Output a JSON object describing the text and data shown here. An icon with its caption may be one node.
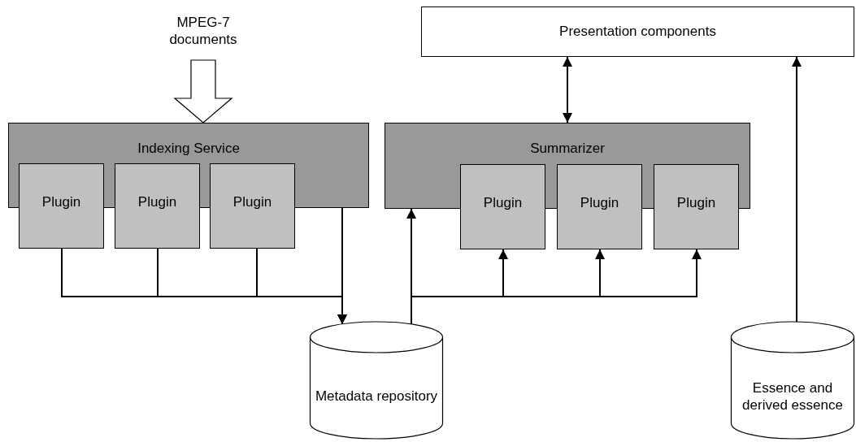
{
  "diagram": {
    "nodes": [
      {
        "text": [
          "MPEG-7 documents"
        ]
      },
      {
        "text": [
          "Presentation components"
        ]
      },
      {
        "text": [
          "Indexing Service"
        ]
      },
      {
        "text": [
          "Plugin"
        ]
      },
      {
        "text": [
          "Plugin"
        ]
      },
      {
        "text": [
          "Plugin"
        ]
      },
      {
        "text": [
          "Summarizer"
        ]
      },
      {
        "text": [
          "Plugin"
        ]
      },
      {
        "text": [
          "Plugin"
        ]
      },
      {
        "text": [
          "Plugin"
        ]
      },
      {
        "text": [
          "Metadata repository"
        ]
      },
      {
        "text": [
          "Essence and derived essence"
        ]
      }
    ],
    "edges": [
      {
        "from": 0,
        "to": 2,
        "arrow": "to",
        "style": "thick"
      },
      {
        "from": 6,
        "to": 1,
        "arrow": "both"
      },
      {
        "from": 11,
        "to": 1,
        "arrow": "to"
      },
      {
        "from": 3,
        "to": 10,
        "arrow": "to"
      },
      {
        "from": 4,
        "to": 10,
        "arrow": "to"
      },
      {
        "from": 5,
        "to": 10,
        "arrow": "to"
      },
      {
        "from": 2,
        "to": 10,
        "arrow": "to"
      },
      {
        "from": 10,
        "to": 6,
        "arrow": "to"
      },
      {
        "from": 10,
        "to": 7,
        "arrow": "to"
      },
      {
        "from": 10,
        "to": 8,
        "arrow": "to"
      },
      {
        "from": 10,
        "to": 9,
        "arrow": "to"
      }
    ]
  }
}
